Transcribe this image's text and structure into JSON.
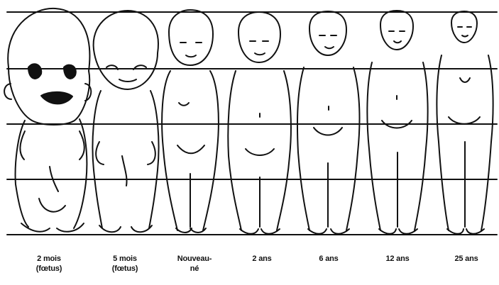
{
  "figure": {
    "stages": [
      {
        "label_line1": "2 mois",
        "label_line2": "(fœtus)"
      },
      {
        "label_line1": "5 mois",
        "label_line2": "(fœtus)"
      },
      {
        "label_line1": "Nouveau-",
        "label_line2": "né"
      },
      {
        "label_line1": "2 ans",
        "label_line2": ""
      },
      {
        "label_line1": "6 ans",
        "label_line2": ""
      },
      {
        "label_line1": "12 ans",
        "label_line2": ""
      },
      {
        "label_line1": "25 ans",
        "label_line2": ""
      }
    ],
    "guide_line_count": 5,
    "line_color": "#111111"
  }
}
